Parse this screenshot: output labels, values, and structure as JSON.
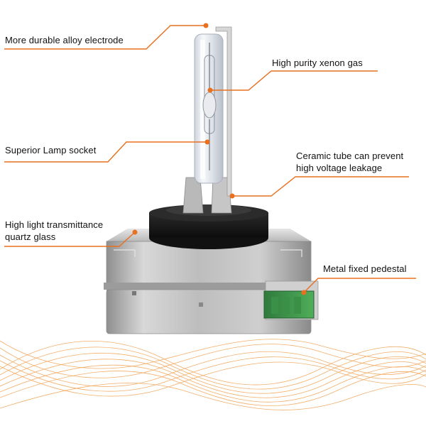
{
  "annotations": [
    {
      "id": "electrode",
      "lines": [
        "More durable alloy electrode"
      ]
    },
    {
      "id": "xenon",
      "lines": [
        "High purity xenon gas"
      ]
    },
    {
      "id": "socket",
      "lines": [
        "Superior Lamp socket"
      ]
    },
    {
      "id": "ceramic",
      "lines": [
        "Ceramic tube can prevent",
        "high voltage leakage"
      ]
    },
    {
      "id": "quartz",
      "lines": [
        "High light transmittance",
        "quartz glass"
      ]
    },
    {
      "id": "pedestal",
      "lines": [
        "Metal fixed pedestal"
      ]
    }
  ],
  "colors": {
    "accent": "#e8701e",
    "text": "#111111",
    "wave": "#f0a050"
  }
}
